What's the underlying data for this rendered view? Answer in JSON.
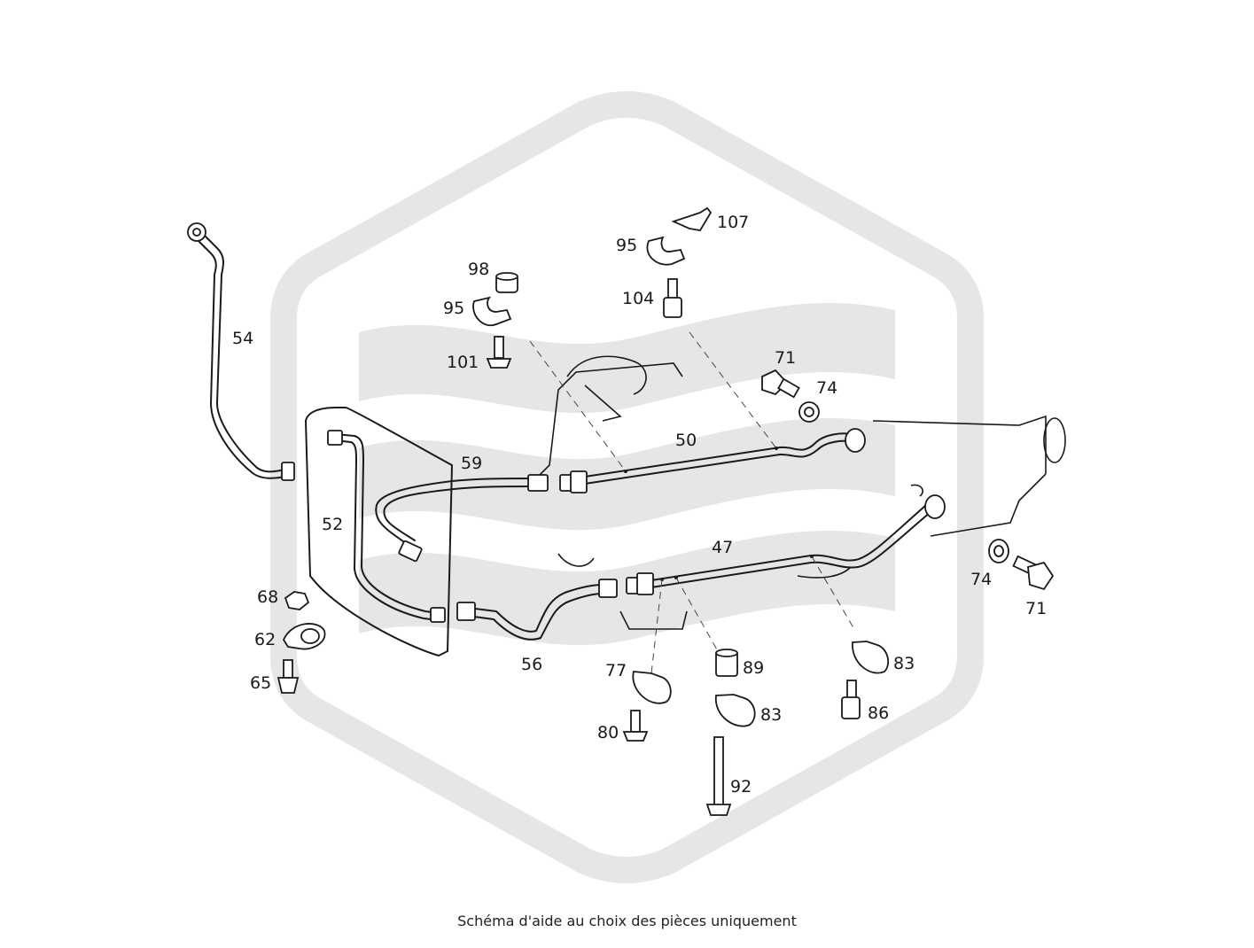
{
  "caption": "Schéma d'aide au choix des pièces uniquement",
  "watermark": {
    "color": "#e6e6e6"
  },
  "parts": [
    {
      "id": "p54",
      "number": "54"
    },
    {
      "id": "p52",
      "number": "52"
    },
    {
      "id": "p59",
      "number": "59"
    },
    {
      "id": "p56",
      "number": "56"
    },
    {
      "id": "p50",
      "number": "50"
    },
    {
      "id": "p47",
      "number": "47"
    },
    {
      "id": "p98",
      "number": "98"
    },
    {
      "id": "p95a",
      "number": "95"
    },
    {
      "id": "p101",
      "number": "101"
    },
    {
      "id": "p95b",
      "number": "95"
    },
    {
      "id": "p107",
      "number": "107"
    },
    {
      "id": "p104",
      "number": "104"
    },
    {
      "id": "p71a",
      "number": "71"
    },
    {
      "id": "p74a",
      "number": "74"
    },
    {
      "id": "p74b",
      "number": "74"
    },
    {
      "id": "p71b",
      "number": "71"
    },
    {
      "id": "p68",
      "number": "68"
    },
    {
      "id": "p62",
      "number": "62"
    },
    {
      "id": "p65",
      "number": "65"
    },
    {
      "id": "p77",
      "number": "77"
    },
    {
      "id": "p80",
      "number": "80"
    },
    {
      "id": "p89",
      "number": "89"
    },
    {
      "id": "p83a",
      "number": "83"
    },
    {
      "id": "p83b",
      "number": "83"
    },
    {
      "id": "p86",
      "number": "86"
    },
    {
      "id": "p92",
      "number": "92"
    }
  ]
}
